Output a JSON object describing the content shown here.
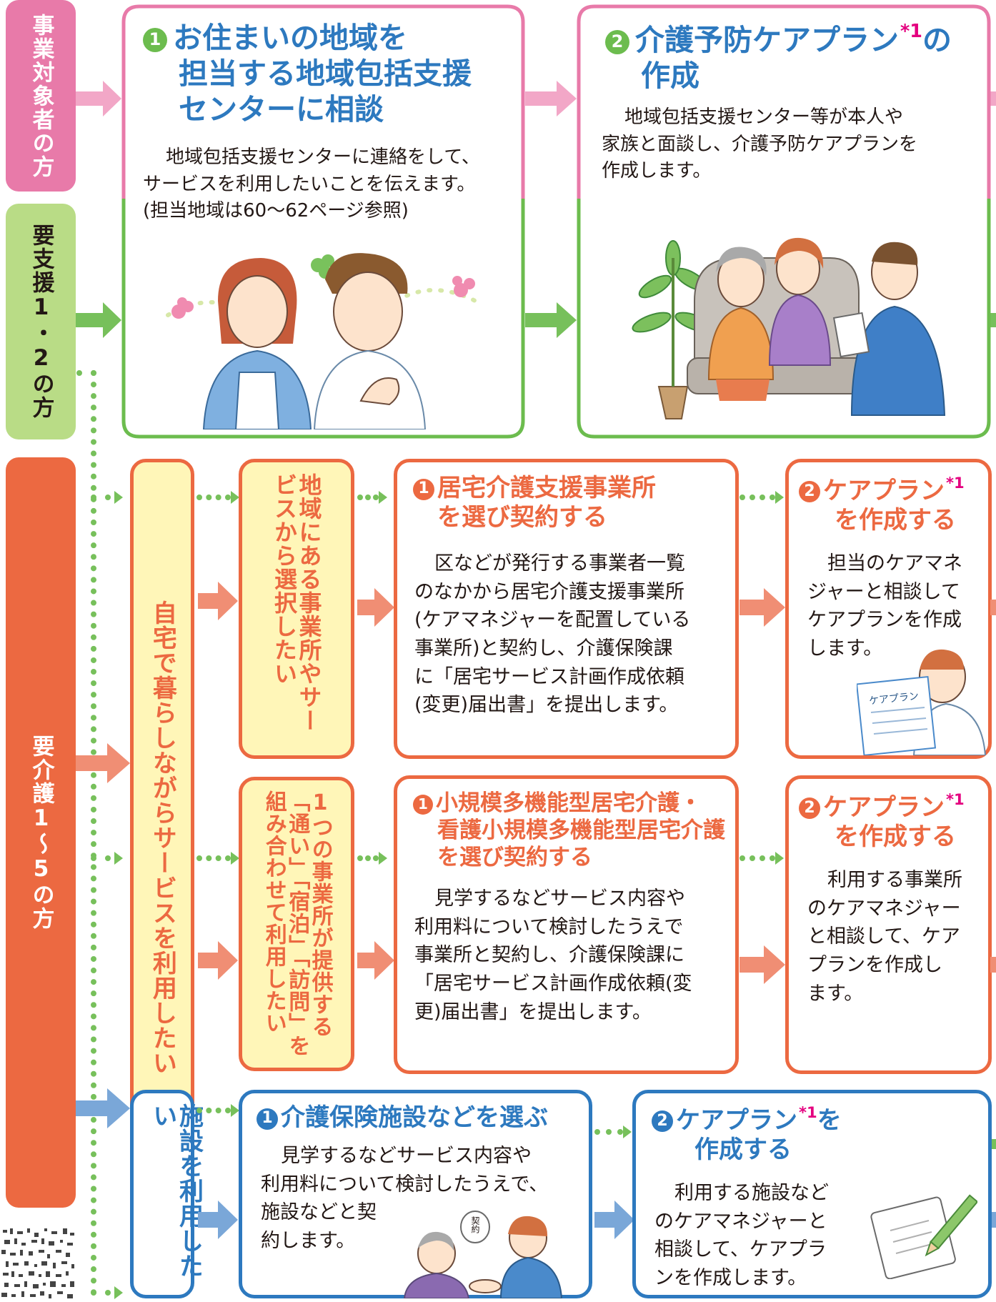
{
  "colors": {
    "pink": "#e87aa9",
    "pink_light": "#f2a7c7",
    "green": "#6cbc4e",
    "green_light": "#b9dc86",
    "orange": "#ec6941",
    "orange_light": "#f08e74",
    "blue": "#2d79bf",
    "blue_light": "#7aa7d8",
    "yellow": "#fff6b8",
    "magenta": "#e4007f"
  },
  "tabs": {
    "jigyo": "事業対象者の方",
    "yoshien": "要支援1・2の方",
    "yokaigo": "要介護1〜5の方"
  },
  "top": {
    "card1": {
      "number": "1",
      "title_lines": [
        "お住まいの地域を",
        "担当する地域包括支援",
        "センターに相談"
      ],
      "body_lines": [
        "地域包括支援センターに連絡をして、",
        "サービスを利用したいことを伝えます。",
        "(担当地域は60〜62ページ参照)"
      ]
    },
    "card2": {
      "number": "2",
      "title_line1": "介護予防ケアプラン",
      "footnote": "*1",
      "title_line1_suffix": "の",
      "title_line2": "作成",
      "body_lines": [
        "地域包括支援センター等が本人や",
        "家族と面談し、介護予防ケアプランを",
        "作成します。"
      ]
    }
  },
  "home_box": {
    "label": "自宅で暮らしながらサービスを利用したい"
  },
  "row_a": {
    "choice": "地域にある事業所やサービスから選択したい",
    "card1": {
      "number": "1",
      "title_lines": [
        "居宅介護支援事業所",
        "を選び契約する"
      ],
      "body_lines": [
        "区などが発行する事業者一覧",
        "のなかから居宅介護支援事業所",
        "(ケアマネジャーを配置している",
        "事業所)と契約し、介護保険課",
        "に「居宅サービス計画作成依頼",
        "(変更)届出書」を提出します。"
      ]
    },
    "card2": {
      "number": "2",
      "title_line1": "ケアプラン",
      "footnote": "*1",
      "title_line2": "を作成する",
      "body_lines": [
        "担当のケアマネ",
        "ジャーと相談して",
        "ケアプランを作成",
        "します。"
      ],
      "sheet_label": "ケアプラン"
    }
  },
  "row_b": {
    "choice": "1つの事業所が提供する「通い」「宿泊」「訪問」を組み合わせて利用したい",
    "card1": {
      "number": "1",
      "title_lines": [
        "小規模多機能型居宅介護・",
        "看護小規模多機能型居宅介護",
        "を選び契約する"
      ],
      "body_lines": [
        "見学するなどサービス内容や",
        "利用料について検討したうえで",
        "事業所と契約し、介護保険課に",
        "「居宅サービス計画作成依頼(変",
        "更)届出書」を提出します。"
      ]
    },
    "card2": {
      "number": "2",
      "title_line1": "ケアプラン",
      "footnote": "*1",
      "title_line2": "を作成する",
      "body_lines": [
        "利用する事業所",
        "のケアマネジャー",
        "と相談して、ケア",
        "プランを作成し",
        "ます。"
      ]
    }
  },
  "row_c": {
    "choice": "施設を利用したい",
    "card1": {
      "number": "1",
      "title": "介護保険施設などを選ぶ",
      "body_lines": [
        "見学するなどサービス内容や",
        "利用料について検討したうえで、",
        "施設などと契",
        "約します。"
      ],
      "contract_label": "契約"
    },
    "card2": {
      "number": "2",
      "title_line1": "ケアプラン",
      "footnote": "*1",
      "title_line1_suffix": "を",
      "title_line2": "作成する",
      "body_lines": [
        "利用する施設など",
        "のケアマネジャーと",
        "相談して、ケアプラ",
        "ンを作成します。"
      ]
    }
  }
}
